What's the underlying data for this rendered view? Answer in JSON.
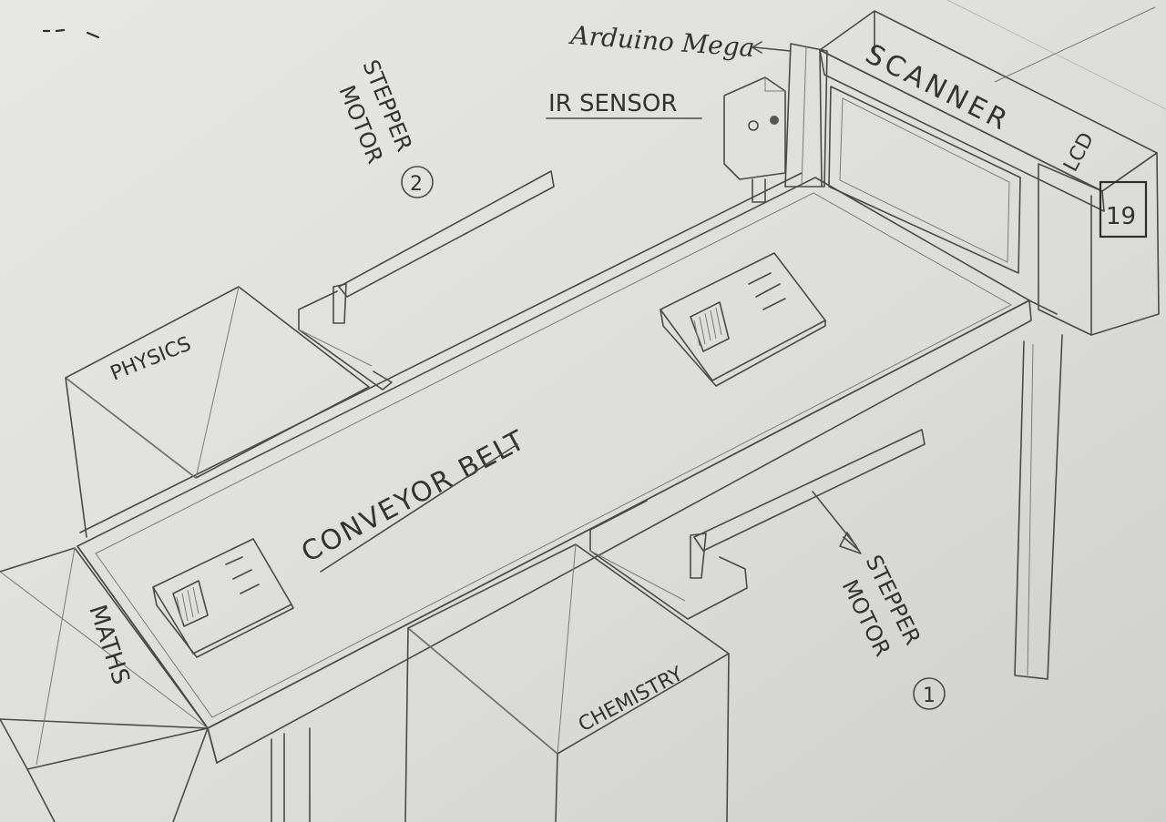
{
  "labels": {
    "arduino": "Arduino Mega",
    "ir_sensor": "IR SENSOR",
    "scanner": "SCANNER",
    "lcd": "LCD",
    "lcd_value": "19",
    "stepper2_line1": "STEPPER",
    "stepper2_line2": "MOTOR",
    "stepper2_num": "2",
    "stepper1_line1": "STEPPER",
    "stepper1_line2": "MOTOR",
    "stepper1_num": "1",
    "physics": "PHYSICS",
    "conveyor": "CONVEYOR BELT",
    "maths": "MATHS",
    "chemistry": "CHEMISTRY"
  },
  "colors": {
    "paper": "#e4e4e1",
    "pencil": "#4a4a4a"
  }
}
